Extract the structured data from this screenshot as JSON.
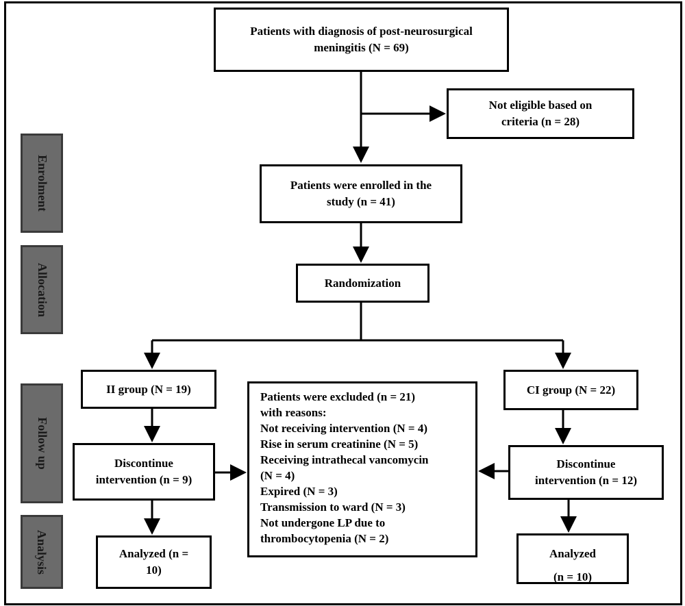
{
  "sidebar": {
    "enrolment": "Enrolment",
    "allocation": "Allocation",
    "follow_up": "Follow up",
    "analysis": "Analysis"
  },
  "nodes": {
    "diagnosis": {
      "line1": "Patients with diagnosis of post-neurosurgical",
      "line2": "meningitis (N = 69)"
    },
    "not_eligible": {
      "line1": "Not eligible based on",
      "line2": "criteria (n = 28)"
    },
    "enrolled": {
      "line1": "Patients were enrolled in the",
      "line2": "study (n = 41)"
    },
    "randomization": "Randomization",
    "ii_group": "II group (N = 19)",
    "ci_group": "CI group (N = 22)",
    "ii_discontinue": {
      "line1": "Discontinue",
      "line2": "intervention (n = 9)"
    },
    "ci_discontinue": {
      "line1": "Discontinue",
      "line2": "intervention (n = 12)"
    },
    "ii_analyzed": {
      "line1": "Analyzed (n =",
      "line2": "10)"
    },
    "ci_analyzed": {
      "line1": "Analyzed",
      "line2": "(n = 10)"
    },
    "excluded": {
      "title": "Patients were excluded (n = 21)",
      "subtitle": "with reasons:",
      "reasons": [
        "Not receiving intervention (N = 4)",
        "Rise in serum creatinine (N = 5)",
        "Receiving intrathecal vancomycin",
        "(N = 4)",
        "Expired (N = 3)",
        "Transmission to ward (N = 3)",
        "Not undergone LP due to",
        "thrombocytopenia (N = 2)"
      ]
    }
  }
}
